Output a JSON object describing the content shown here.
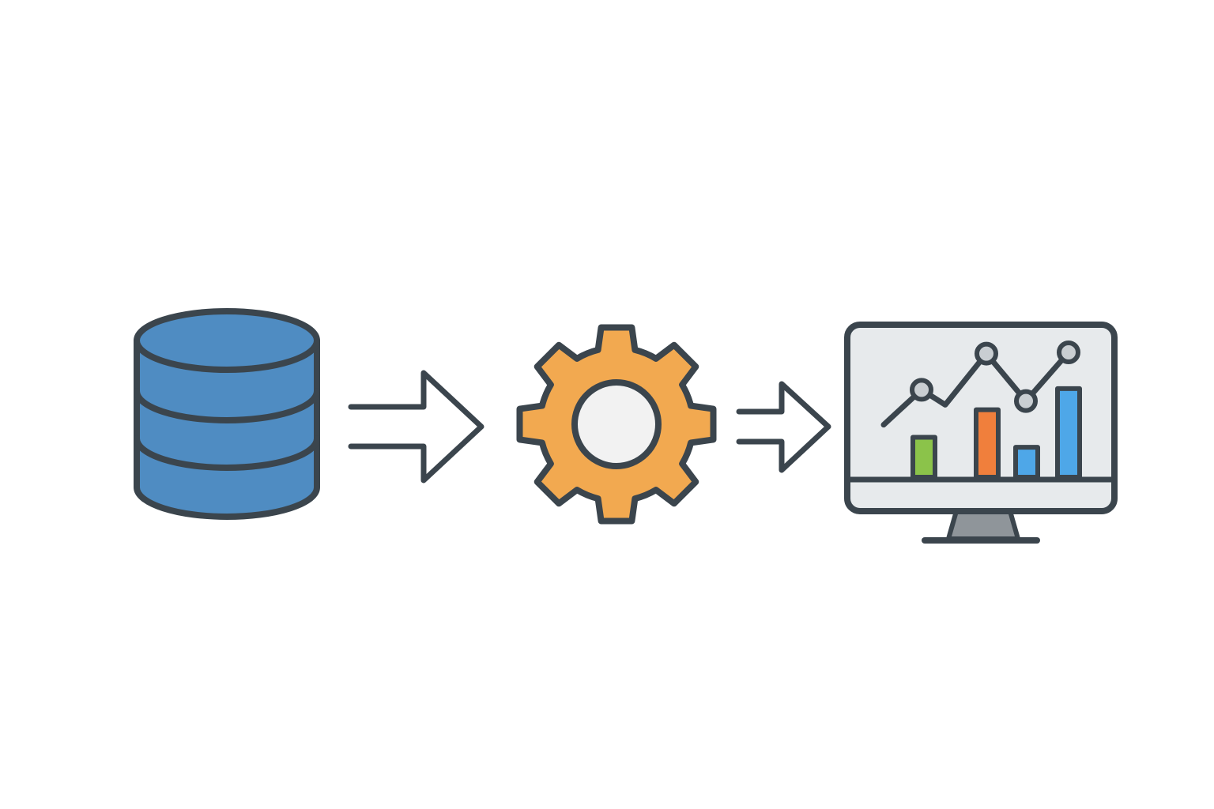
{
  "diagram": {
    "nodes": [
      {
        "id": "database",
        "icon": "database-icon"
      },
      {
        "id": "processing",
        "icon": "gear-icon"
      },
      {
        "id": "dashboard",
        "icon": "monitor-chart-icon"
      }
    ],
    "edges": [
      {
        "from": "database",
        "to": "processing",
        "icon": "double-arrow-right-icon"
      },
      {
        "from": "processing",
        "to": "dashboard",
        "icon": "double-arrow-right-icon"
      }
    ],
    "monitor_chart": {
      "bars": [
        {
          "value": 0.32,
          "color": "#8bc34a"
        },
        {
          "value": 0.54,
          "color": "#f07f3c"
        },
        {
          "value": 0.24,
          "color": "#4ea7e8"
        },
        {
          "value": 0.71,
          "color": "#4ea7e8"
        }
      ],
      "line": [
        0.42,
        0.7,
        0.58,
        0.99,
        0.61,
        1.0
      ]
    }
  },
  "colors": {
    "outline": "#3b454d",
    "database_fill": "#4f8cc2",
    "gear_fill": "#f2a950",
    "gear_hub": "#f2f2f2",
    "screen_fill": "#e7eaec",
    "stand_fill": "#8f959a",
    "point_fill": "#c9ced2",
    "background": "#ffffff"
  }
}
